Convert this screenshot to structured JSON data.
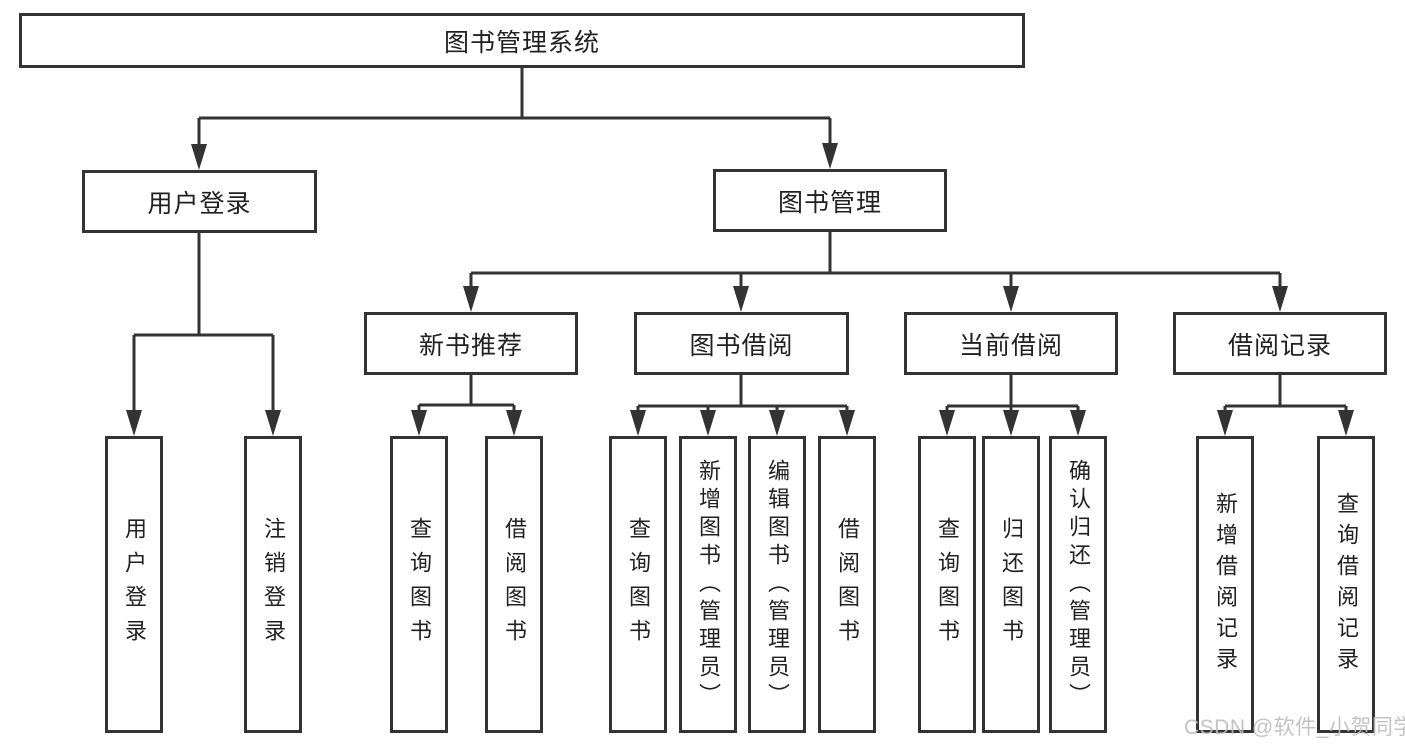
{
  "tree": {
    "label": "图书管理系统",
    "children": [
      {
        "label": "用户登录",
        "children": [
          {
            "label": "用户登录"
          },
          {
            "label": "注销登录"
          }
        ]
      },
      {
        "label": "图书管理",
        "children": [
          {
            "label": "新书推荐",
            "children": [
              {
                "label": "查询图书"
              },
              {
                "label": "借阅图书"
              }
            ]
          },
          {
            "label": "图书借阅",
            "children": [
              {
                "label": "查询图书"
              },
              {
                "label": "新增图书（管理员）"
              },
              {
                "label": "编辑图书（管理员）"
              },
              {
                "label": "借阅图书"
              }
            ]
          },
          {
            "label": "当前借阅",
            "children": [
              {
                "label": "查询图书"
              },
              {
                "label": "归还图书"
              },
              {
                "label": "确认归还（管理员）"
              }
            ]
          },
          {
            "label": "借阅记录",
            "children": [
              {
                "label": "新增借阅记录"
              },
              {
                "label": "查询借阅记录"
              }
            ]
          }
        ]
      }
    ]
  },
  "watermark": {
    "text": "CSDN @软件_小贺同学"
  },
  "colors": {
    "line": "#333333",
    "box_border": "#333333",
    "box_background": "#ffffff",
    "text": "#212121",
    "watermark": "#bdbdbd"
  }
}
